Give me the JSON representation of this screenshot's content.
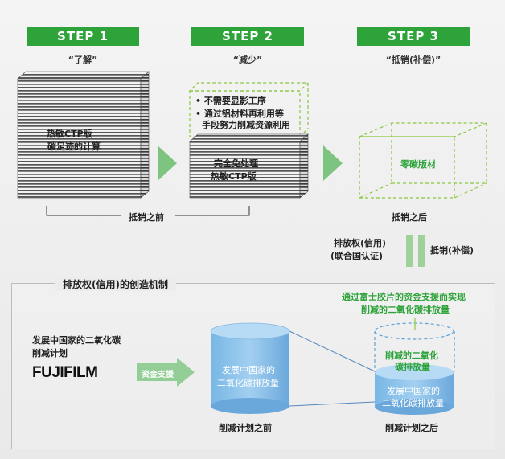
{
  "steps": [
    {
      "label": "STEP 1",
      "subtitle": "“了解”"
    },
    {
      "label": "STEP 2",
      "subtitle": "“减少”"
    },
    {
      "label": "STEP 3",
      "subtitle": "“抵销(补偿)”"
    }
  ],
  "step1": {
    "box_line1": "热敏CTP版",
    "box_line2": "碳足迹的计算"
  },
  "step2": {
    "bullet1": "不需要显影工序",
    "bullet2_line1": "通过铝材料再利用等",
    "bullet2_line2": "手段努力削减资源利用",
    "box_line1": "完全免处理",
    "box_line2": "热敏CTP版"
  },
  "step3": {
    "box_label": "零碳版材"
  },
  "before_offset": "抵销之前",
  "after_offset": "抵销之后",
  "emission_rights_line1": "排放权(信用)",
  "emission_rights_line2": "(联合国认证)",
  "offset_compensation": "抵销(补偿)",
  "mechanism": {
    "title": "排放权(信用)的创造机制",
    "left_line1": "发展中国家的二氧化碳",
    "left_line2": "削减计划",
    "brand": "FUJIFILM",
    "funding": "资金支援",
    "cyl1_line1": "发展中国家的",
    "cyl1_line2": "二氧化碳排放量",
    "cyl1_caption": "削减计划之前",
    "note_line1": "通过富士胶片的资金支援而实现",
    "note_line2": "削减的二氧化碳排放量",
    "cyl2_top_line1": "削减的二氧化",
    "cyl2_top_line2": "碳排放量",
    "cyl2_bottom_line1": "发展中国家的",
    "cyl2_bottom_line2": "二氧化碳排放量",
    "cyl2_caption": "削减计划之后"
  },
  "colors": {
    "green": "#2ea33a",
    "light_green": "#9fd29a",
    "blue": "#3a8fd0",
    "light_blue": "#7fb9e6",
    "dash_green": "#8cc63f"
  }
}
